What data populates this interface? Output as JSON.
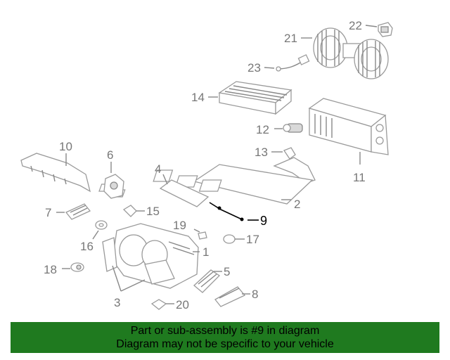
{
  "callouts": {
    "c1": "1",
    "c2": "2",
    "c3": "3",
    "c4": "4",
    "c5": "5",
    "c6": "6",
    "c7": "7",
    "c8": "8",
    "c9": "9",
    "c10": "10",
    "c11": "11",
    "c12": "12",
    "c13": "13",
    "c14": "14",
    "c15": "15",
    "c16": "16",
    "c17": "17",
    "c18": "18",
    "c19": "19",
    "c20": "20",
    "c21": "21",
    "c22": "22",
    "c23": "23"
  },
  "highlighted_part": "9",
  "colors": {
    "banner": "#1f7a1f",
    "callout_text": "#777777",
    "highlight": "#000000"
  },
  "banner": {
    "line1": "Part or sub-assembly is #9 in diagram",
    "line2": "Diagram may not be specific to your vehicle"
  }
}
